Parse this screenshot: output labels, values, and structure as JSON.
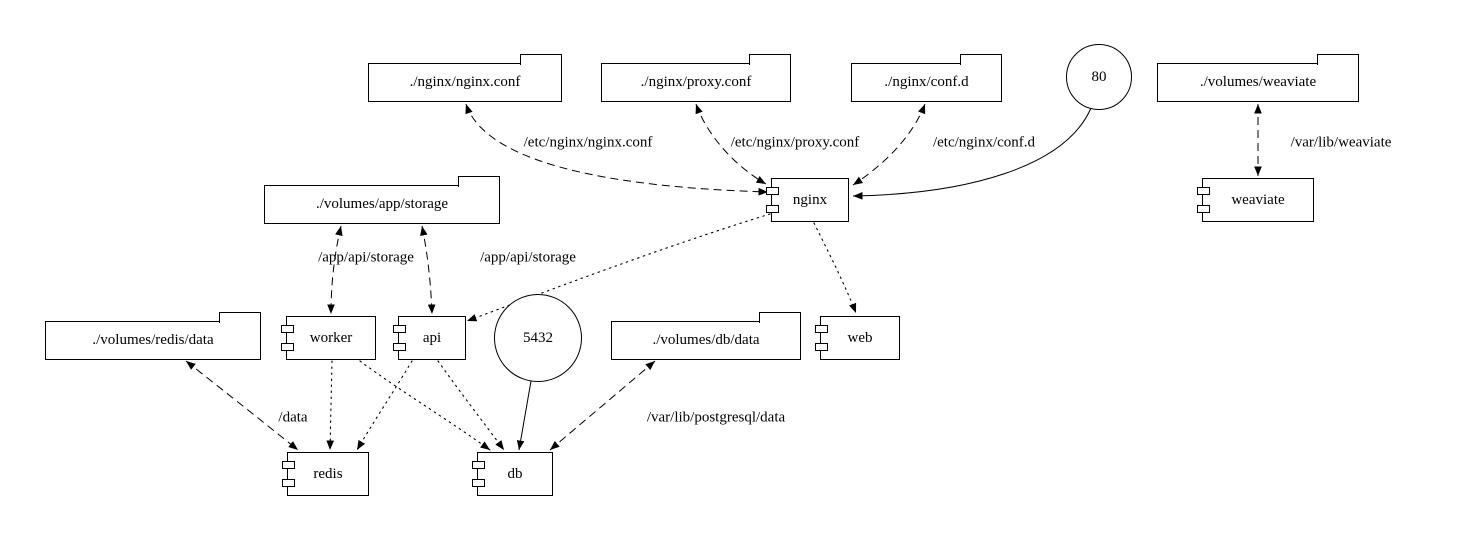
{
  "nodes": {
    "nginx_conf": {
      "label": "./nginx/nginx.conf",
      "type": "folder"
    },
    "proxy_conf": {
      "label": "./nginx/proxy.conf",
      "type": "folder"
    },
    "conf_d": {
      "label": "./nginx/conf.d",
      "type": "folder"
    },
    "port_80": {
      "label": "80",
      "type": "circle"
    },
    "volumes_weaviate": {
      "label": "./volumes/weaviate",
      "type": "folder"
    },
    "volumes_app_storage": {
      "label": "./volumes/app/storage",
      "type": "folder"
    },
    "nginx": {
      "label": "nginx",
      "type": "component"
    },
    "weaviate": {
      "label": "weaviate",
      "type": "component"
    },
    "volumes_redis_data": {
      "label": "./volumes/redis/data",
      "type": "folder"
    },
    "worker": {
      "label": "worker",
      "type": "component"
    },
    "api": {
      "label": "api",
      "type": "component"
    },
    "port_5432": {
      "label": "5432",
      "type": "circle"
    },
    "volumes_db_data": {
      "label": "./volumes/db/data",
      "type": "folder"
    },
    "web": {
      "label": "web",
      "type": "component"
    },
    "redis": {
      "label": "redis",
      "type": "component"
    },
    "db": {
      "label": "db",
      "type": "component"
    }
  },
  "edge_labels": {
    "nginx_conf_mount": "/etc/nginx/nginx.conf",
    "proxy_conf_mount": "/etc/nginx/proxy.conf",
    "conf_d_mount": "/etc/nginx/conf.d",
    "weaviate_mount": "/var/lib/weaviate",
    "worker_storage_mount": "/app/api/storage",
    "api_storage_mount": "/app/api/storage",
    "redis_mount": "/data",
    "db_mount": "/var/lib/postgresql/data"
  }
}
